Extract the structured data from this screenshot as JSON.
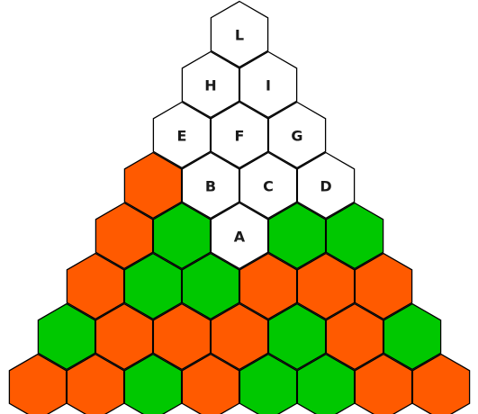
{
  "colors": {
    "orange": "#ff5a00",
    "green": "#00c800",
    "white": "#ffffff"
  },
  "board": {
    "rows": [
      [
        {
          "color": "white",
          "label": "L"
        }
      ],
      [
        {
          "color": "white",
          "label": "H"
        },
        {
          "color": "white",
          "label": "I"
        }
      ],
      [
        {
          "color": "white",
          "label": "E"
        },
        {
          "color": "white",
          "label": "F"
        },
        {
          "color": "white",
          "label": "G"
        }
      ],
      [
        {
          "color": "orange",
          "label": ""
        },
        {
          "color": "white",
          "label": "B"
        },
        {
          "color": "white",
          "label": "C"
        },
        {
          "color": "white",
          "label": "D"
        }
      ],
      [
        {
          "color": "orange",
          "label": ""
        },
        {
          "color": "green",
          "label": ""
        },
        {
          "color": "white",
          "label": "A"
        },
        {
          "color": "green",
          "label": ""
        },
        {
          "color": "green",
          "label": ""
        }
      ],
      [
        {
          "color": "orange",
          "label": ""
        },
        {
          "color": "green",
          "label": ""
        },
        {
          "color": "green",
          "label": ""
        },
        {
          "color": "orange",
          "label": ""
        },
        {
          "color": "orange",
          "label": ""
        },
        {
          "color": "orange",
          "label": ""
        }
      ],
      [
        {
          "color": "green",
          "label": ""
        },
        {
          "color": "orange",
          "label": ""
        },
        {
          "color": "orange",
          "label": ""
        },
        {
          "color": "orange",
          "label": ""
        },
        {
          "color": "green",
          "label": ""
        },
        {
          "color": "orange",
          "label": ""
        },
        {
          "color": "green",
          "label": ""
        }
      ],
      [
        {
          "color": "orange",
          "label": ""
        },
        {
          "color": "orange",
          "label": ""
        },
        {
          "color": "green",
          "label": ""
        },
        {
          "color": "orange",
          "label": ""
        },
        {
          "color": "green",
          "label": ""
        },
        {
          "color": "green",
          "label": ""
        },
        {
          "color": "orange",
          "label": ""
        },
        {
          "color": "orange",
          "label": ""
        }
      ]
    ]
  }
}
